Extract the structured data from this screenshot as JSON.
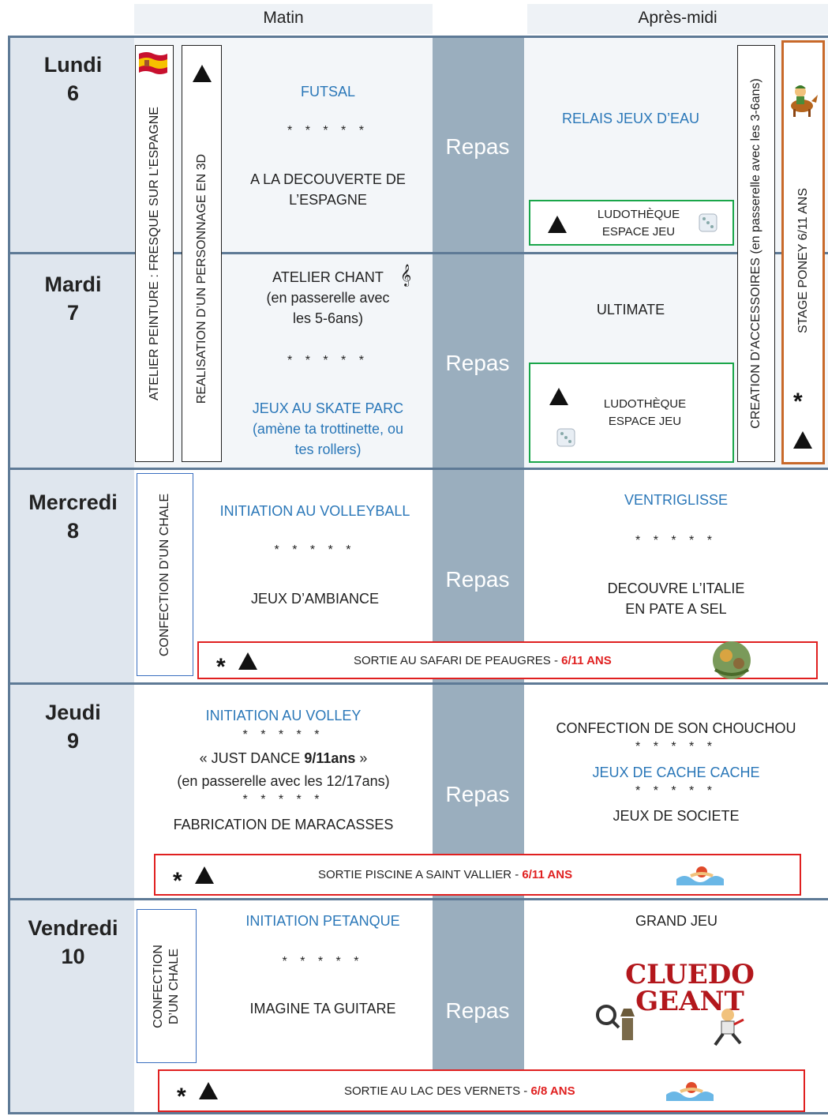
{
  "header": {
    "morning": "Matin",
    "afternoon": "Après-midi"
  },
  "lunch": "Repas",
  "stars": "* * * * *",
  "days": [
    {
      "name": "Lundi",
      "num": "6"
    },
    {
      "name": "Mardi",
      "num": "7"
    },
    {
      "name": "Mercredi",
      "num": "8"
    },
    {
      "name": "Jeudi",
      "num": "9"
    },
    {
      "name": "Vendredi",
      "num": "10"
    }
  ],
  "vertical": {
    "painting": "ATELIER PEINTURE : FRESQUE SUR L’ESPAGNE",
    "character3d": "REALISATION D’UN PERSONNAGE EN 3D",
    "accessories": "CREATION D’ACCESSOIRES (en passerelle avec les 3-6ans)",
    "pony": "STAGE PONEY 6/11 ANS",
    "chale_wed": "CONFECTION D’UN CHALE",
    "chale_fri_1": "CONFECTION",
    "chale_fri_2": "D’UN CHALE"
  },
  "monday": {
    "am1": "FUTSAL",
    "am2a": "A LA DECOUVERTE DE",
    "am2b": "L’ESPAGNE",
    "pm1": "RELAIS JEUX D’EAU",
    "ludo1": "LUDOTHÈQUE",
    "ludo2": "ESPACE JEU"
  },
  "tuesday": {
    "am1a": "ATELIER CHANT",
    "am1b": "(en passerelle avec",
    "am1c": "les 5-6ans)",
    "am2a": "JEUX AU SKATE PARC",
    "am2b": "(amène ta trottinette, ou",
    "am2c": "tes rollers)",
    "pm1": "ULTIMATE",
    "ludo1": "LUDOTHÈQUE",
    "ludo2": "ESPACE JEU"
  },
  "wednesday": {
    "am1": "INITIATION AU VOLLEYBALL",
    "am2": "JEUX D’AMBIANCE",
    "pm1": "VENTRIGLISSE",
    "pm2a": "DECOUVRE L’ITALIE",
    "pm2b": "EN PATE A SEL",
    "outing_text": "SORTIE AU SAFARI DE PEAUGRES - ",
    "outing_age": "6/11 ANS"
  },
  "thursday": {
    "am1": "INITIATION AU VOLLEY",
    "am2_pre": "« JUST DANCE ",
    "am2_bold": "9/11ans",
    "am2_post": " »",
    "am3": "(en passerelle avec les 12/17ans)",
    "am4": "FABRICATION DE MARACASSES",
    "pm1": "CONFECTION DE SON CHOUCHOU",
    "pm2": "JEUX DE CACHE CACHE",
    "pm3": "JEUX DE SOCIETE",
    "outing_text": "SORTIE PISCINE A SAINT VALLIER - ",
    "outing_age": "6/11 ANS"
  },
  "friday": {
    "am1": "INITIATION PETANQUE",
    "am2": "IMAGINE TA GUITARE",
    "pm1": "GRAND JEU",
    "cluedo1": "CLUEDO",
    "cluedo2": "GEANT",
    "outing_text": "SORTIE AU LAC DES VERNETS - ",
    "outing_age": "6/8 ANS"
  },
  "symbols": {
    "asterisk": "*"
  },
  "colors": {
    "blue_text": "#2a77b8",
    "red_border": "#e02020",
    "green_border": "#1aa64a",
    "orange_border": "#c8692a",
    "lunch": "#9aaebe"
  }
}
